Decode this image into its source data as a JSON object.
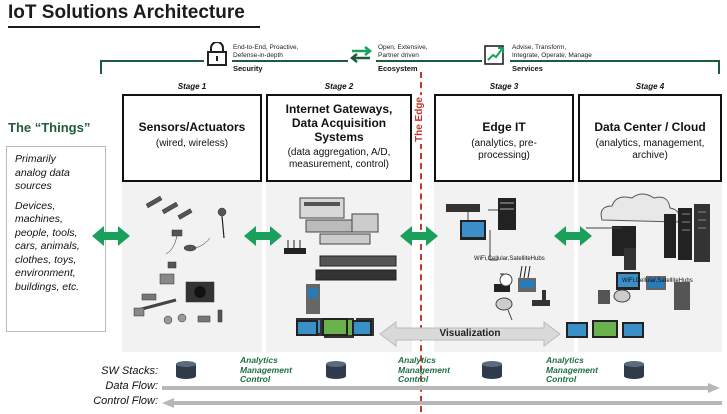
{
  "title": "IoT Solutions Architecture",
  "topics": [
    {
      "name": "Security",
      "desc": [
        "End-to-End, Proactive,",
        "Defense-in-depth"
      ],
      "icon": "lock-icon"
    },
    {
      "name": "Ecosystem",
      "desc": [
        "Open, Extensive,",
        "Partner driven"
      ],
      "icon": "cycle-arrows-icon"
    },
    {
      "name": "Services",
      "desc": [
        "Advise, Transform,",
        "Integrate, Operate, Manage"
      ],
      "icon": "growth-chart-icon"
    }
  ],
  "things": {
    "title": "The “Things”",
    "lines": [
      "Primarily",
      "analog data",
      "sources",
      "",
      "Devices,",
      "machines,",
      "people, tools,",
      "cars, animals,",
      "clothes, toys,",
      "environment,",
      "buildings, etc."
    ]
  },
  "stages": [
    {
      "label": "Stage 1",
      "title": "Sensors/Actuators",
      "sub": "(wired, wireless)"
    },
    {
      "label": "Stage 2",
      "title": "Internet Gateways, Data Acquisition Systems",
      "sub": "(data aggregation, A/D, measurement, control)"
    },
    {
      "label": "Stage 3",
      "title": "Edge IT",
      "sub": "(analytics, pre-processing)"
    },
    {
      "label": "Stage 4",
      "title": "Data Center / Cloud",
      "sub": "(analytics, management, archive)"
    }
  ],
  "edge_label": "The Edge",
  "hubs_label": "WiFi,Cellular,SatelliteHubs",
  "visualization_label": "Visualization",
  "analytics_stack": {
    "line1": "Analytics",
    "line2": "Management",
    "line3": "Control"
  },
  "rows": {
    "sw_stacks": "SW Stacks:",
    "data_flow": "Data Flow:",
    "control_flow": "Control Flow:"
  },
  "colors": {
    "accent_green": "#1e5b3d",
    "arrow_green": "#1aa05a",
    "edge_red": "#c0392b",
    "panel_gray": "#f2f2f2"
  }
}
